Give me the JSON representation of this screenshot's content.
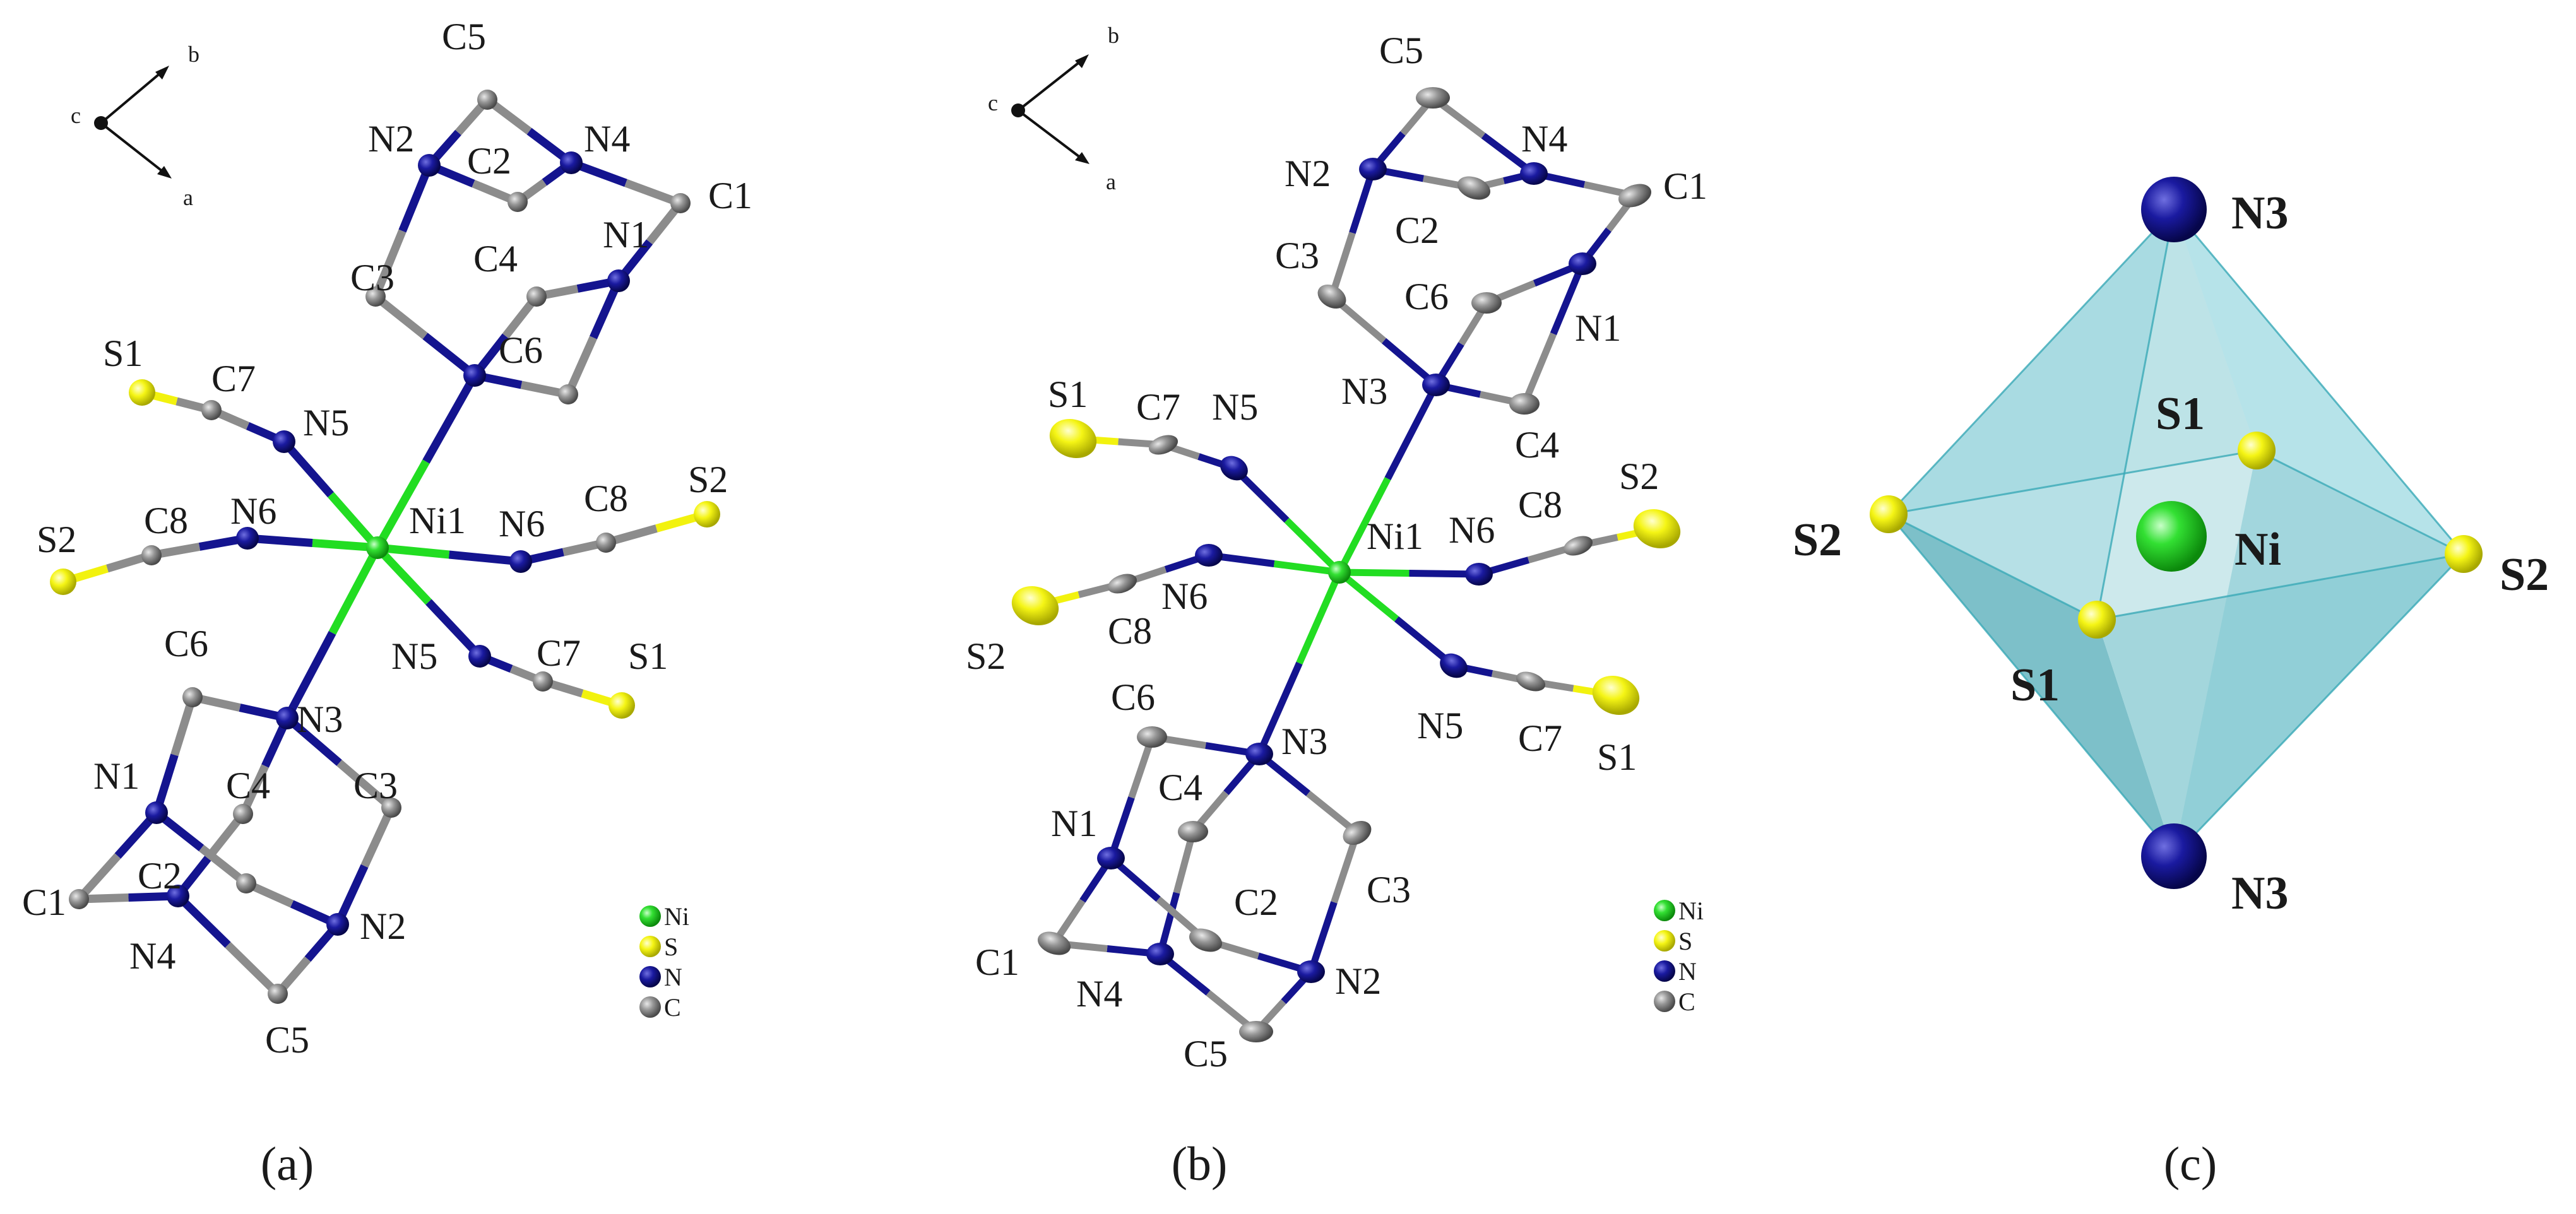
{
  "panel_captions": [
    "(a)",
    "(b)",
    "(c)"
  ],
  "axes": {
    "a": "a",
    "b": "b",
    "c": "c"
  },
  "legend": [
    {
      "symbol": "Ni",
      "color": "#22dd22"
    },
    {
      "symbol": "S",
      "color": "#f2f20e"
    },
    {
      "symbol": "N",
      "color": "#14148f"
    },
    {
      "symbol": "C",
      "color": "#8c8c8c"
    }
  ],
  "atom_labels": {
    "S1": "S1",
    "S2": "S2",
    "N1": "N1",
    "N2": "N2",
    "N3": "N3",
    "N4": "N4",
    "N5": "N5",
    "N6": "N6",
    "C1": "C1",
    "C2": "C2",
    "C3": "C3",
    "C4": "C4",
    "C5": "C5",
    "C6": "C6",
    "C7": "C7",
    "C8": "C8",
    "Ni1": "Ni1",
    "Ni": "Ni"
  },
  "colors": {
    "Ni": "#22dd22",
    "S": "#f2f20e",
    "N": "#14148f",
    "C": "#8c8c8c",
    "polyhedron": "#7fd0dc"
  }
}
